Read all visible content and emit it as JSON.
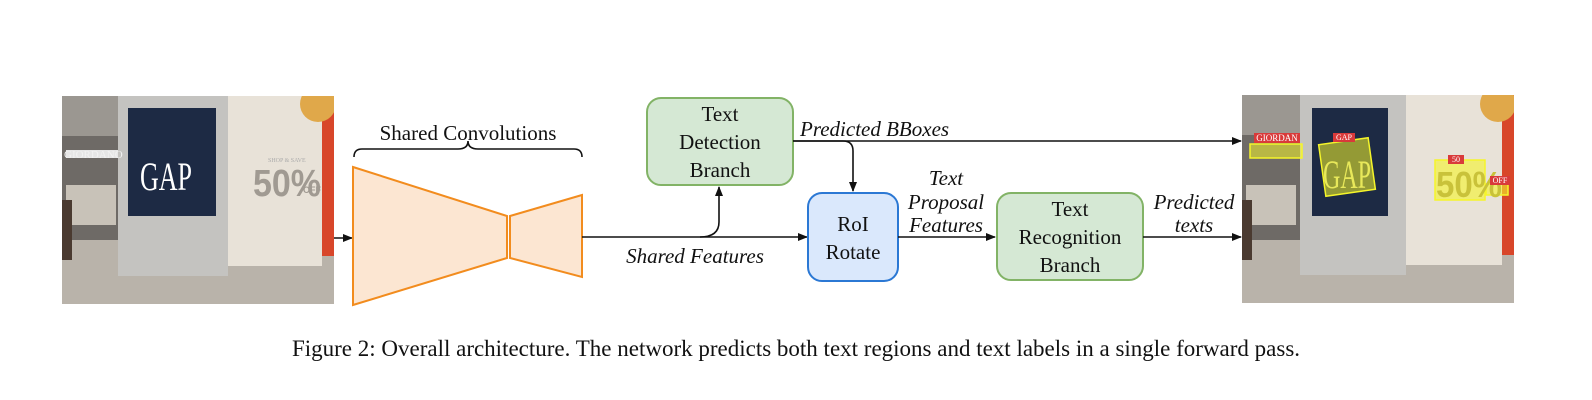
{
  "diagram": {
    "input_photo": {
      "sign_left": "GIORDANO",
      "logo": "GAP",
      "sale_small": "SHOP & SAVE",
      "sale_big": "50%",
      "sale_off": "OFF"
    },
    "shared_convolutions_label": "Shared Convolutions",
    "shared_features_label": "Shared Features",
    "text_detection": {
      "line1": "Text",
      "line2": "Detection",
      "line3": "Branch"
    },
    "predicted_bboxes_label": "Predicted BBoxes",
    "roi_rotate": {
      "line1": "RoI",
      "line2": "Rotate"
    },
    "text_proposal": {
      "line1": "Text",
      "line2": "Proposal",
      "line3": "Features"
    },
    "text_recognition": {
      "line1": "Text",
      "line2": "Recognition",
      "line3": "Branch"
    },
    "predicted_texts": {
      "line1": "Predicted",
      "line2": "texts"
    },
    "output_photo": {
      "tag_giordan": "GIORDAN",
      "tag_gap": "GAP",
      "tag_50": "50",
      "tag_off": "OFF",
      "logo": "GAP",
      "sale_big": "50%"
    },
    "colors": {
      "network_stroke": "#F28C1E",
      "network_fill": "#FCE6D2",
      "green_fill": "#D5E8D4",
      "green_stroke": "#82B366",
      "blue_fill": "#DAE8FC",
      "blue_stroke": "#2B78D4",
      "tag_red": "#D93A3A",
      "box_yellow": "#F5F52A"
    }
  },
  "caption": "Figure 2: Overall architecture. The network predicts both text regions and text labels in a single forward pass."
}
